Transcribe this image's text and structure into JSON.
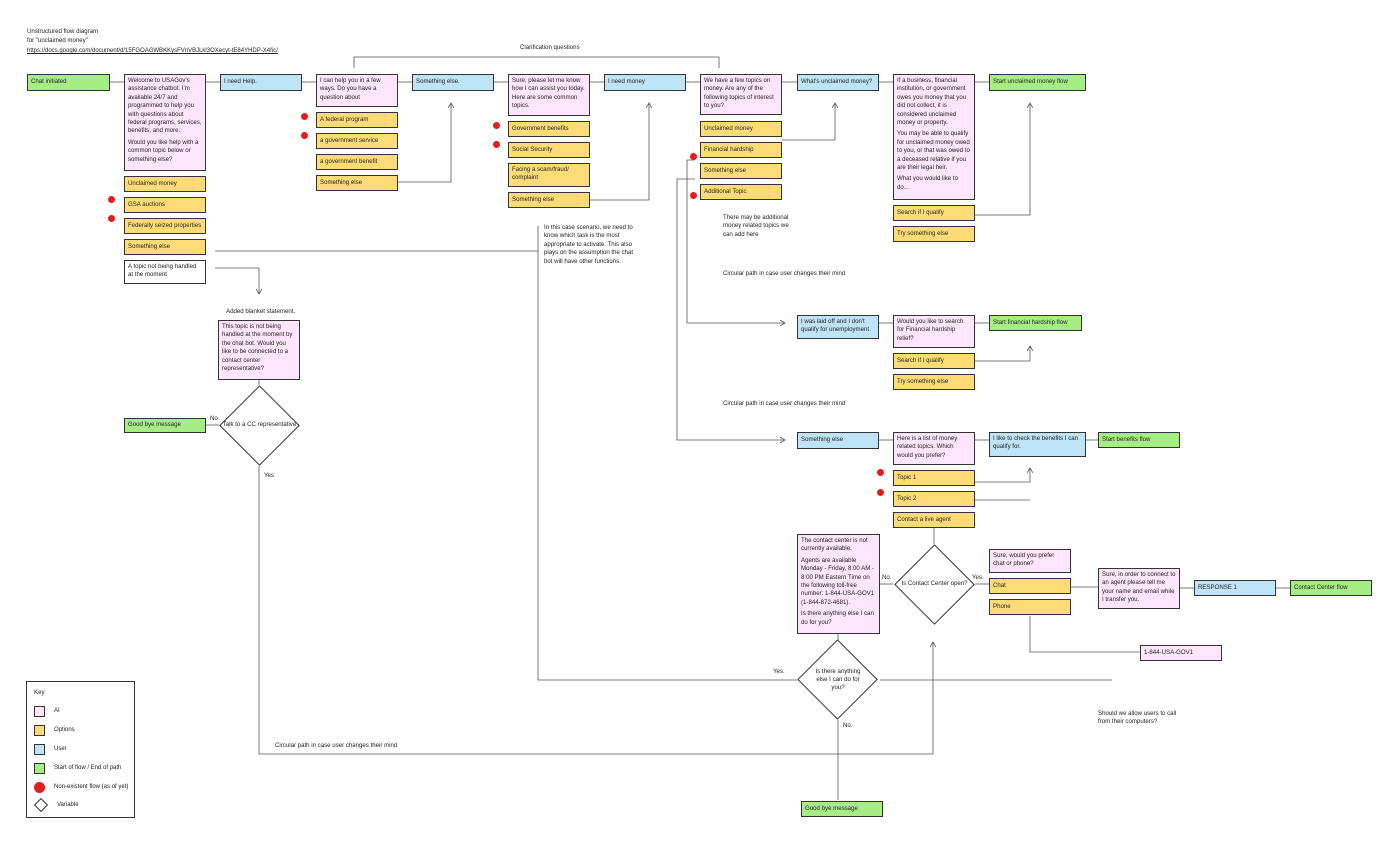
{
  "header": {
    "title": "Unstructured flow diagram",
    "subtitle": "for \"unclaimed money\"",
    "link": "https://docs.google.com/document/d/15FGOAGWBKKysFVnVBJLkl3OXecyt-tE84YHDP-X4fic/"
  },
  "labels": {
    "clarification": "Clarification questions",
    "added_blanket": "Added blanket statement.",
    "scenario_note": "In this case scenario, we need to know which task is the most appropriate to activate. This also plays on the assumption the chat bot will have other functions.",
    "more_topics_note": "There may be additional money related topics we can add here",
    "circular_1": "Circular path in case user changes their mind",
    "circular_2": "Circular path in case user changes their mind",
    "circular_3": "Circular path in case user changes their mind",
    "computers_note": "Should we allow users to call from their computers?",
    "no1": "No",
    "yes1": "Yes",
    "no2": "No.",
    "yes2": "Yes.",
    "yes3": "Yes.",
    "no3": "No."
  },
  "nodes": {
    "chat_initiated": "Chat initiated",
    "welcome_p1": "Welcome to USAGov's assistance chatbot. I'm available 24/7 and programmed to help you with questions about federal programs, services, benefits, and more.",
    "welcome_p2": "Would you like help with a common topic below or something else?",
    "opt_unclaimed": "Unclaimed money",
    "opt_gsa": "GSA auctions",
    "opt_seized": "Federally seized properties",
    "opt_something1": "Something else",
    "not_handled": "A topic not being handled at the moment",
    "need_help": "I need Help.",
    "help_ways": "I can help you in a few ways. Do you have a question about",
    "opt_fed_program": "A federal program",
    "opt_gov_service": "a government service",
    "opt_gov_benefit": "a government benefit",
    "opt_something2": "Something else",
    "something_else_user1": "Something else.",
    "sure_assist": "Sure, please let me know how I can assist you today. Here are some common topics.",
    "opt_gov_benefits": "Government benefits",
    "opt_social_security": "Social Security",
    "opt_scam": "Facing a scam/fraud/ complaint",
    "opt_something3": "Something else",
    "need_money": "I need money",
    "money_topics": "We have a few topics on money. Are any of the following topics of interest to you?",
    "opt_unclaimed2": "Unclaimed money",
    "opt_hardship": "Financial hardship",
    "opt_something4": "Something else",
    "opt_additional": "Additional Topic",
    "whats_unclaimed": "What's unclaimed money?",
    "unclaimed_p1": "If a business, financial institution, or government owes you money that you did not collect, it is considered unclaimed money or property.",
    "unclaimed_p2": "You may be able to qualify for unclaimed money owed to you, or that was owed to a deceased relative if you are their legal heir.",
    "unclaimed_p3": "What you would like to do...",
    "opt_search_qualify1": "Search if I qualify",
    "opt_try_else1": "Try something else",
    "start_unclaimed": "Start unclaimed money flow",
    "not_handled_ai": "This topic is not being handled at the moment by the chat bot. Would you like to be connected to a contact center representative?",
    "talk_cc": "Talk to a CC representative",
    "goodbye1": "Good bye message",
    "laid_off": "I was laid off and I don't qualify for unemployment.",
    "search_hardship": "Would you like to search for Financial hardship relief?",
    "start_hardship": "Start financial hardship flow",
    "opt_search_qualify2": "Search if I qualify",
    "opt_try_else2": "Try something else",
    "something_else_user2": "Something else",
    "money_list": "Here is a list of money related topics. Which would you prefer?",
    "check_benefits": "I  like  to check the benefits I can qualify for.",
    "start_benefits": "Start benefits flow",
    "opt_topic1": "Topic 1",
    "opt_topic2": "Topic 2",
    "opt_live_agent": "Contact a live agent",
    "cc_closed_p1": "The contact center is not currently available.",
    "cc_closed_p2": "Agents are available Monday - Friday, 8:00 AM - 8:00 PM Eastern Time on the following toll-free number:  1-844-USA-GOV1 (1-844-872-4681).",
    "cc_closed_p3": "Is there anything else I can do for you?",
    "cc_open": "Is Contact Center open?",
    "chat_or_phone": "Sure, would you prefer chat or phone?",
    "opt_chat": "Chat",
    "opt_phone": "Phone",
    "agent_name_email": "Sure, in order to connect to an agent please tell me your name and email while I transfer you.",
    "response1": "RESPONSE 1",
    "cc_flow": "Contact Center flow",
    "phone_number": "1-844-USA-GOV1",
    "anything_else": "Is there anything else I can do for you?",
    "goodbye2": "Good bye message"
  },
  "legend": {
    "title": "Key",
    "items": [
      {
        "label": "AI",
        "color": "#fde6fb"
      },
      {
        "label": "Options",
        "color": "#fddc78"
      },
      {
        "label": "User",
        "color": "#bfe3f7"
      },
      {
        "label": "Start of flow / End of path",
        "color": "#a6ee84"
      },
      {
        "label": "Non-existent flow (as of yet)",
        "color": "#e61b1b"
      },
      {
        "label": "Variable",
        "color": "#ffffff"
      }
    ]
  }
}
